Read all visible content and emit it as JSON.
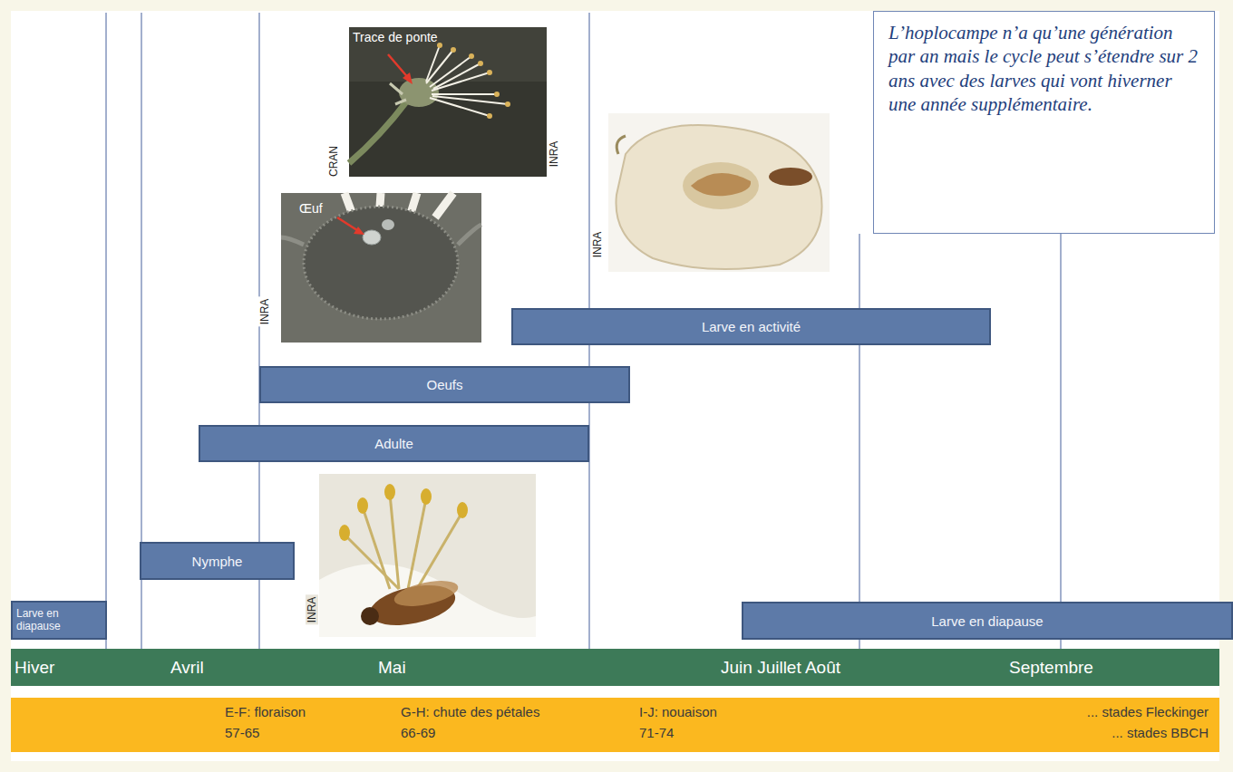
{
  "diagram": {
    "nodes": [
      {
        "text": [
          "L’hoplocampe n’a qu’une génération par an mais le cycle peut s’étendre sur 2 ans avec des larves qui vont hiverner une année supplémentaire."
        ]
      },
      {
        "text": [
          "Larve en activité"
        ]
      },
      {
        "text": [
          "Oeufs"
        ]
      },
      {
        "text": [
          "Adulte"
        ]
      },
      {
        "text": [
          "Nymphe"
        ]
      },
      {
        "text": [
          "Larve en diapause"
        ]
      },
      {
        "text": [
          "Larve en diapause"
        ]
      },
      {
        "text": [
          "Hiver",
          "Avril",
          "Mai",
          "Juin Juillet Août",
          "Septembre"
        ]
      },
      {
        "text": [
          "E-F: floraison",
          "57-65",
          "G-H: chute des pétales",
          "66-69",
          "I-J: nouaison",
          "71-74",
          "... stades Fleckinger",
          "... stades BBCH"
        ]
      }
    ],
    "labels": [
      "Trace de ponte",
      "CRAN",
      "Œuf",
      "INRA",
      "INRA",
      "INRA",
      "INRA"
    ]
  }
}
